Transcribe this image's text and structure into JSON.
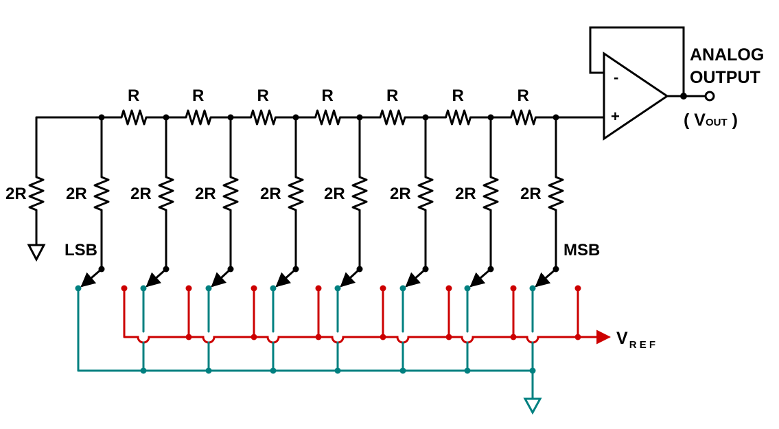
{
  "labels": {
    "resistor_series": "R",
    "resistor_shunt": "2R",
    "lsb": "LSB",
    "msb": "MSB",
    "output_line1": "ANALOG",
    "output_line2": "OUTPUT",
    "vout_open": "( V",
    "vout_sub": "OUT",
    "vout_close": " )",
    "vref_main": "V",
    "vref_sub": "R E F",
    "opamp_minus": "-",
    "opamp_plus": "+"
  },
  "colors": {
    "wire": "#000000",
    "vref_bus": "#cc0000",
    "ground_bus": "#008080"
  },
  "bits": 8
}
